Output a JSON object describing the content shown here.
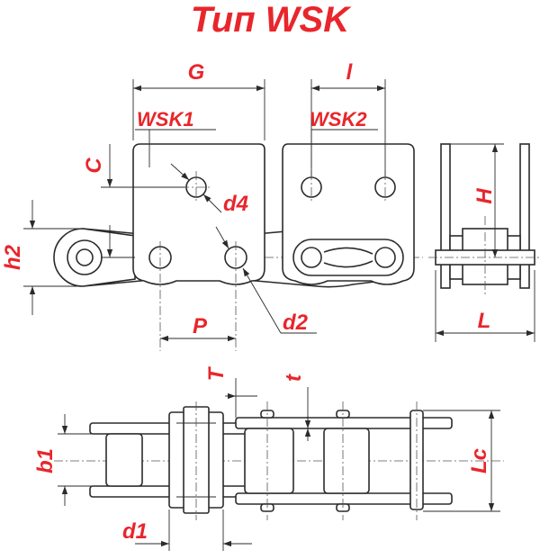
{
  "title": "Тип WSK",
  "labels": {
    "G": "G",
    "l": "l",
    "WSK1": "WSK1",
    "WSK2": "WSK2",
    "C": "C",
    "d4": "d4",
    "h2": "h2",
    "H": "H",
    "P": "P",
    "d2": "d2",
    "L": "L",
    "T": "T",
    "t": "t",
    "b1": "b1",
    "Lc": "Lc",
    "d1": "d1"
  },
  "colors": {
    "label": "#e8262b",
    "ink": "#2b2b2b",
    "background": "#ffffff"
  }
}
